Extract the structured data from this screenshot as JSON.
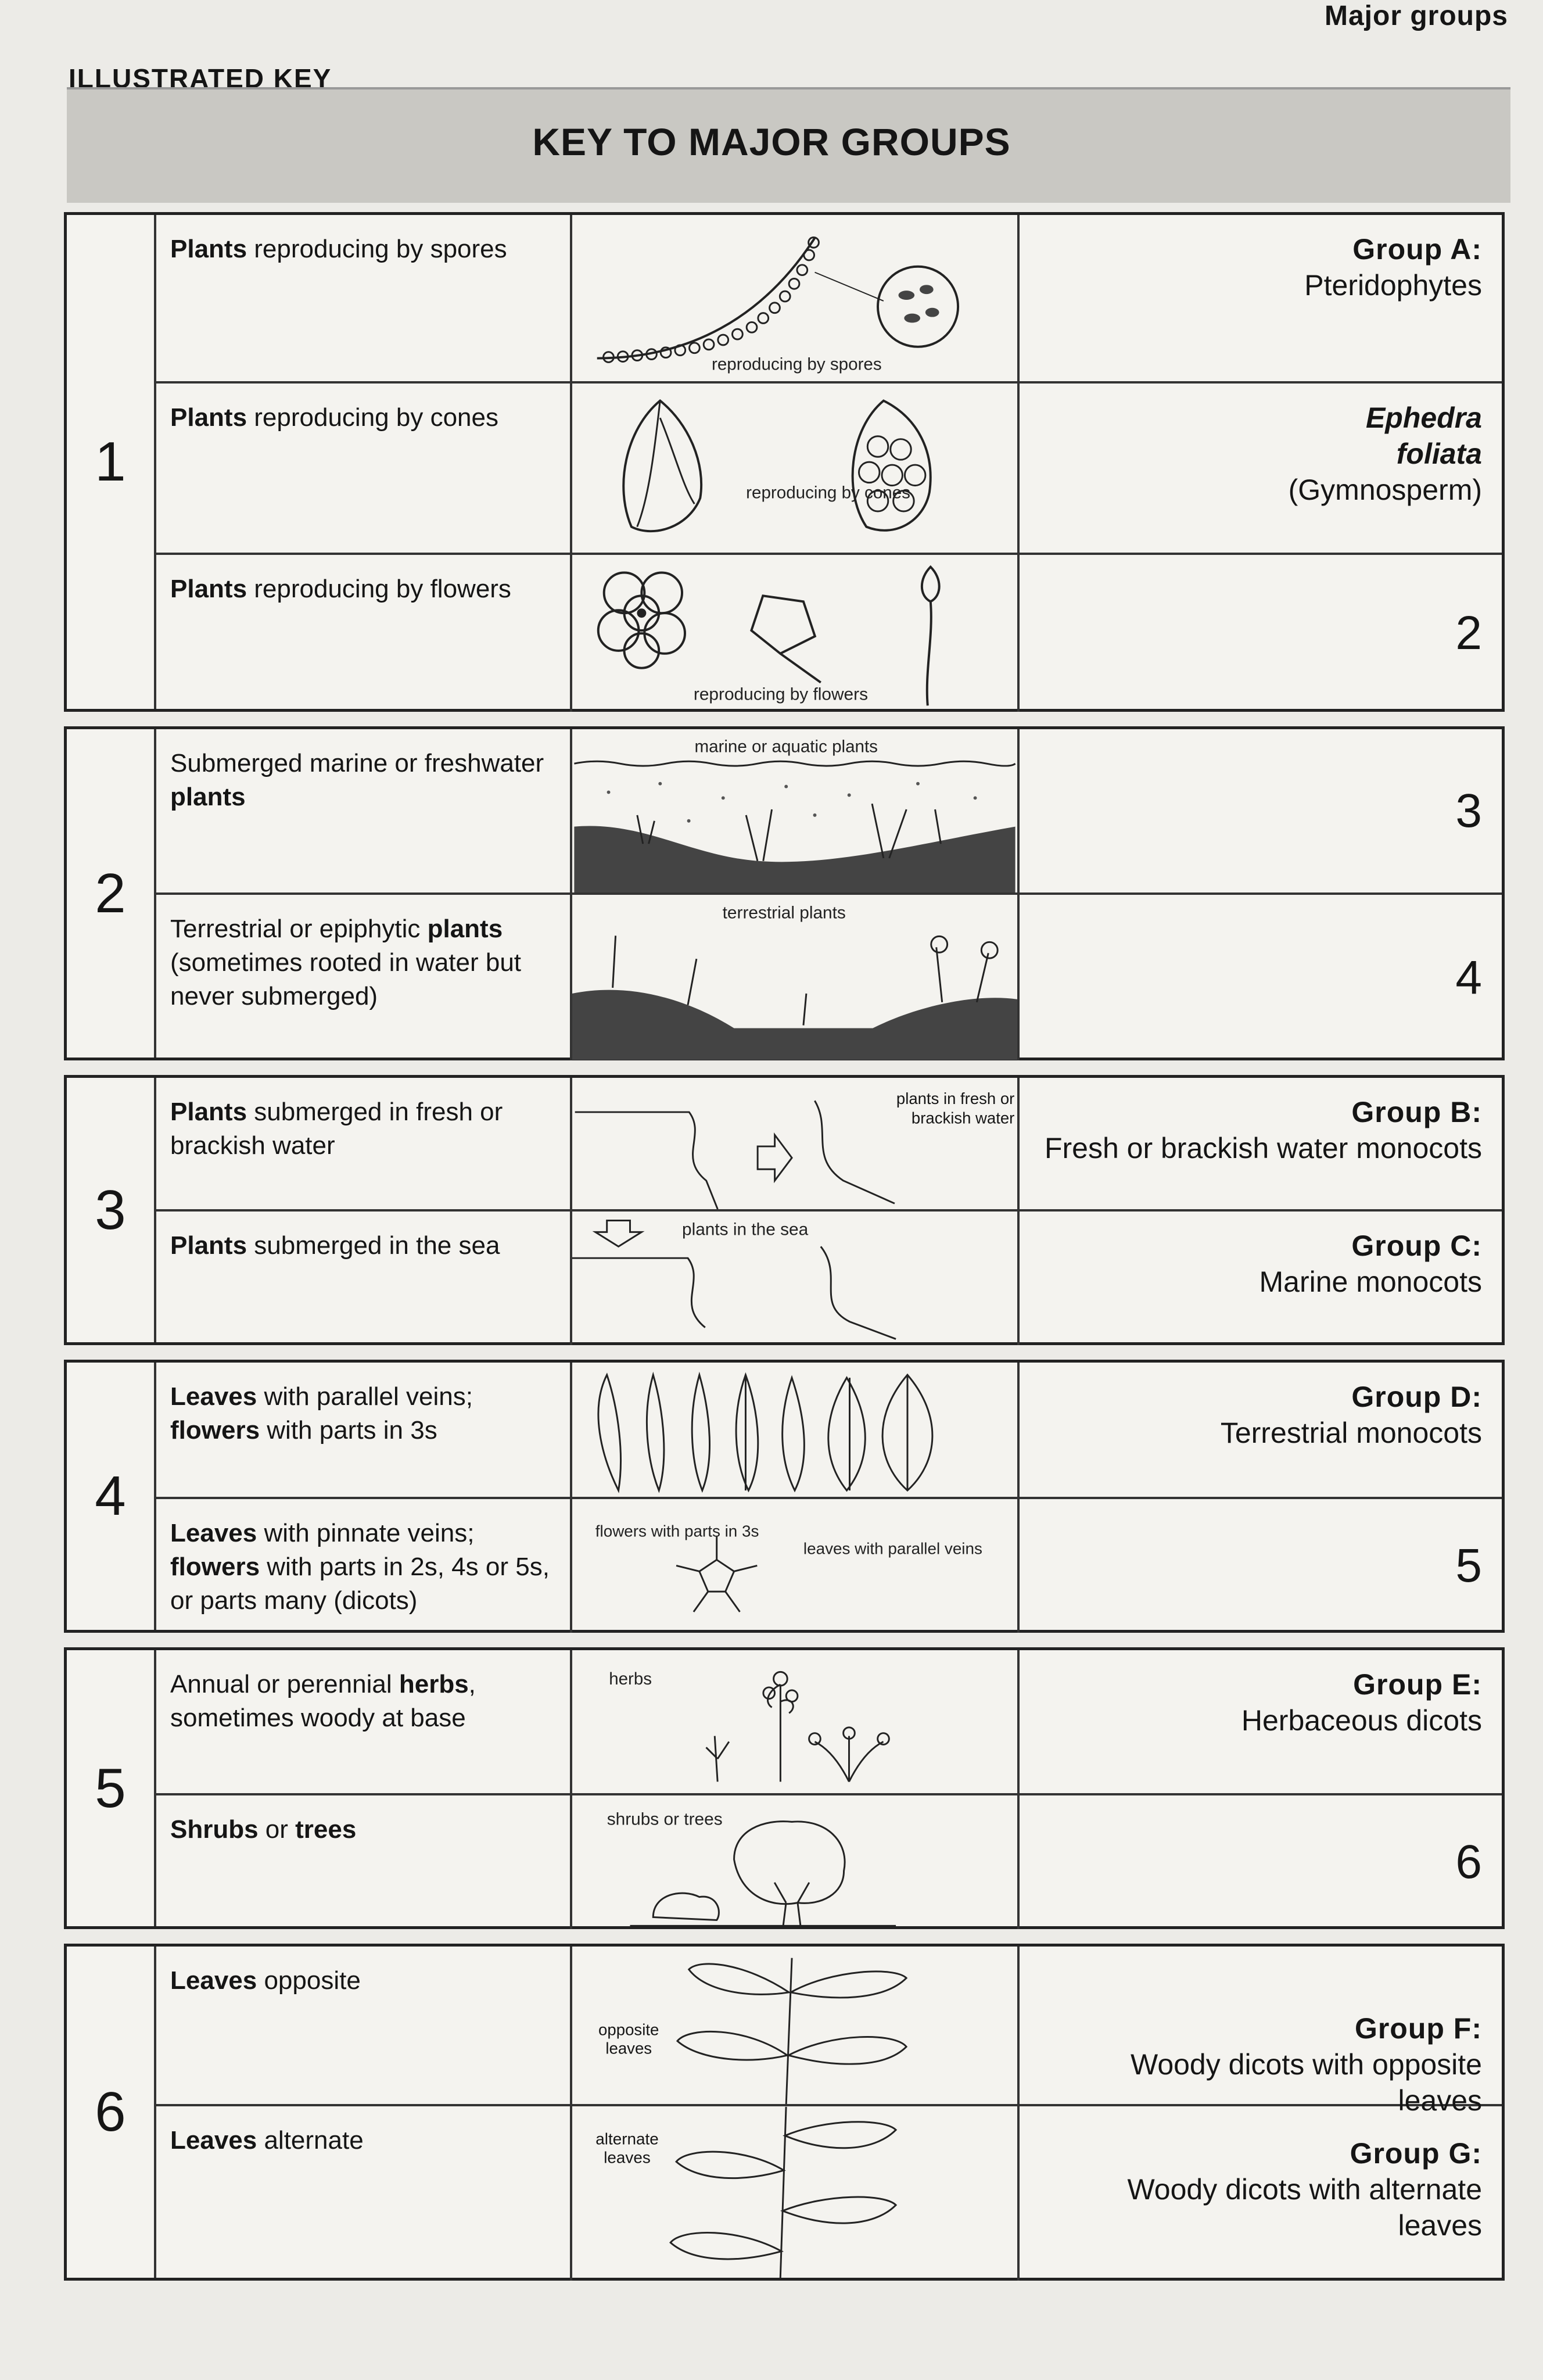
{
  "header": {
    "right": "Major groups",
    "left": "ILLUSTRATED KEY"
  },
  "title": "KEY TO MAJOR GROUPS",
  "couplets": [
    {
      "number": "1",
      "rows": [
        {
          "desc_b": "Plants",
          "desc": " reproducing by spores",
          "caption": "reproducing by spores",
          "result_group": "Group A:",
          "result_text": "Pteridophytes"
        },
        {
          "desc_b": "Plants",
          "desc": " reproducing by cones",
          "caption": "reproducing by cones",
          "result_group_italic1": "Ephedra",
          "result_group_italic2": "foliata",
          "result_text": "(Gymnosperm)"
        },
        {
          "desc_b": "Plants",
          "desc": " reproducing by flowers",
          "caption": "reproducing by flowers",
          "result_lead": "2"
        }
      ]
    },
    {
      "number": "2",
      "rows": [
        {
          "desc": "Submerged marine or freshwater ",
          "desc_b": "plants",
          "caption": "marine or aquatic plants",
          "result_lead": "3"
        },
        {
          "desc": "Terrestrial or epiphytic ",
          "desc_b": "plants",
          "desc2": "(sometimes rooted in water but never submerged)",
          "caption": "terrestrial plants",
          "result_lead": "4"
        }
      ]
    },
    {
      "number": "3",
      "rows": [
        {
          "desc_b": "Plants",
          "desc": " submerged in fresh or brackish water",
          "caption": "plants in fresh or brackish water",
          "result_group": "Group B:",
          "result_text": "Fresh or brackish water monocots"
        },
        {
          "desc_b": "Plants",
          "desc": " submerged in the sea",
          "caption": "plants in the sea",
          "result_group": "Group C:",
          "result_text": "Marine monocots"
        }
      ]
    },
    {
      "number": "4",
      "rows": [
        {
          "desc_b": "Leaves",
          "desc": " with parallel veins;",
          "desc_b2": "flowers",
          "desc2": " with parts in 3s",
          "result_group": "Group D:",
          "result_text": "Terrestrial monocots"
        },
        {
          "desc_b": "Leaves",
          "desc": " with pinnate veins;",
          "desc_b2": "flowers",
          "desc2": " with parts in 2s, 4s or 5s, or parts many (dicots)",
          "result_lead": "5"
        }
      ],
      "caption_left": "flowers with parts in 3s",
      "caption_right": "leaves with parallel veins"
    },
    {
      "number": "5",
      "rows": [
        {
          "desc": "Annual or perennial ",
          "desc_b": "herbs",
          "desc2": ", sometimes woody at base",
          "caption": "herbs",
          "result_group": "Group E:",
          "result_text": "Herbaceous dicots"
        },
        {
          "desc_b": "Shrubs",
          "desc": " or ",
          "desc_b2": "trees",
          "caption": "shrubs or trees",
          "result_lead": "6"
        }
      ]
    },
    {
      "number": "6",
      "rows": [
        {
          "desc_b": "Leaves",
          "desc": " opposite",
          "caption": "opposite leaves",
          "result_group": "Group F:",
          "result_text": "Woody dicots with opposite leaves"
        },
        {
          "desc_b": "Leaves",
          "desc": " alternate",
          "caption": "alternate leaves",
          "result_group": "Group G:",
          "result_text": "Woody dicots with alternate leaves"
        }
      ]
    }
  ]
}
